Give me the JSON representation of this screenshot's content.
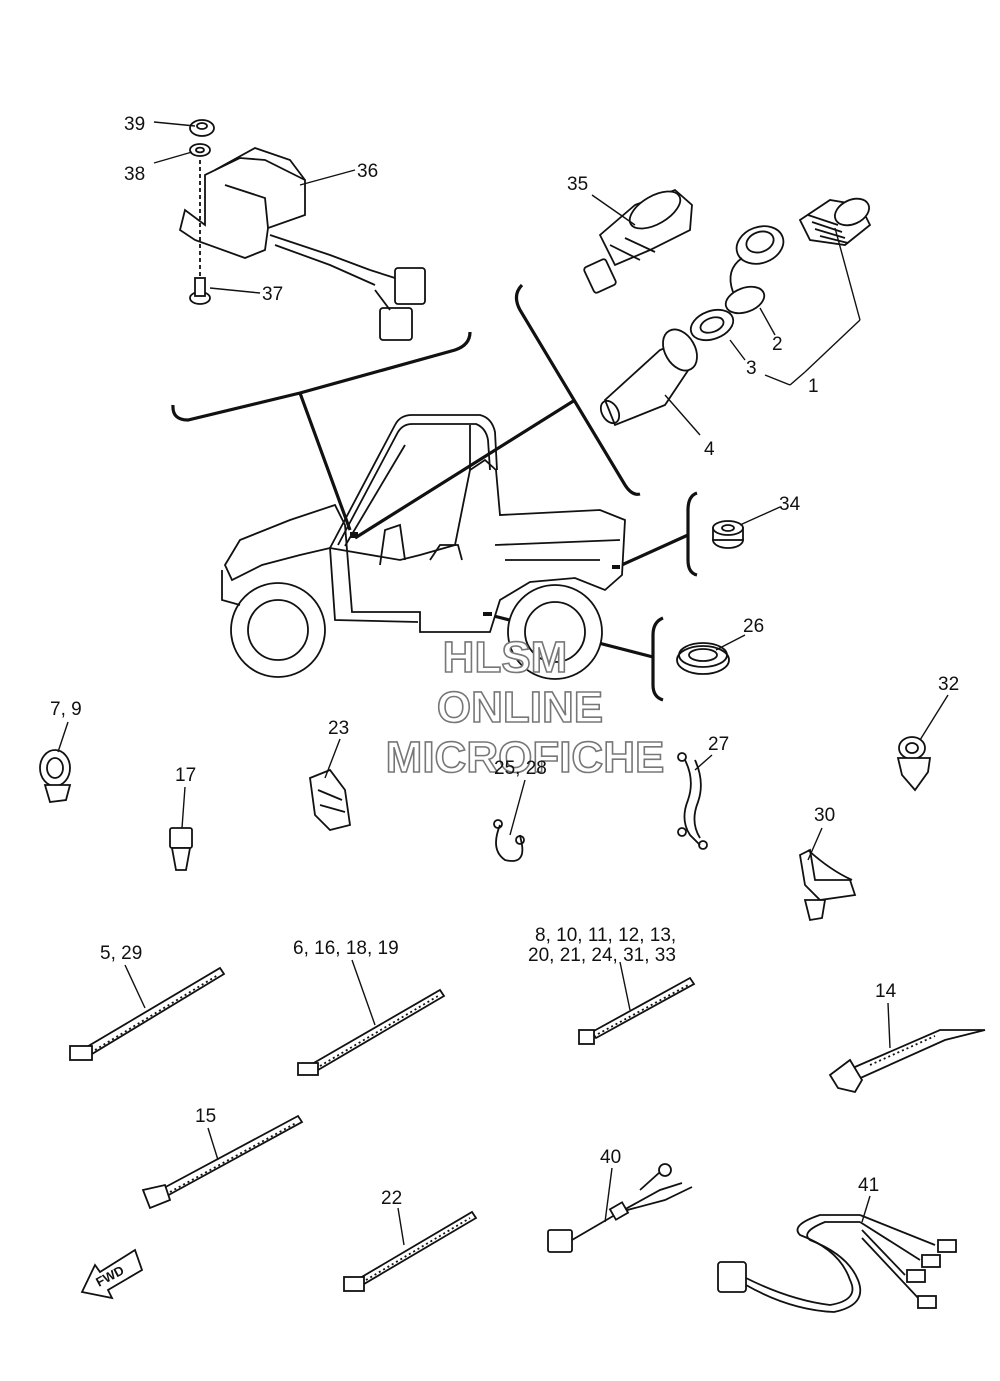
{
  "labels": {
    "l1": "1",
    "l2": "2",
    "l3": "3",
    "l4": "4",
    "l26": "26",
    "l32": "32",
    "l34": "34",
    "l35": "35",
    "l36": "36",
    "l37": "37",
    "l38": "38",
    "l39": "39",
    "l7_9": "7, 9",
    "l17": "17",
    "l23": "23",
    "l25_28": "25, 28",
    "l27": "27",
    "l30": "30",
    "l5_29": "5, 29",
    "l6_16_18_19": "6, 16, 18, 19",
    "l8_line1": "8, 10, 11, 12, 13,",
    "l8_line2": "20, 21, 24, 31, 33",
    "l14": "14",
    "l15": "15",
    "l22": "22",
    "l40": "40",
    "l41": "41"
  },
  "watermark": {
    "line1": "HLSM",
    "line2": "ONLINE",
    "line3": "MICROFICHE"
  },
  "fwd_arrow": {
    "text": "FWD"
  }
}
